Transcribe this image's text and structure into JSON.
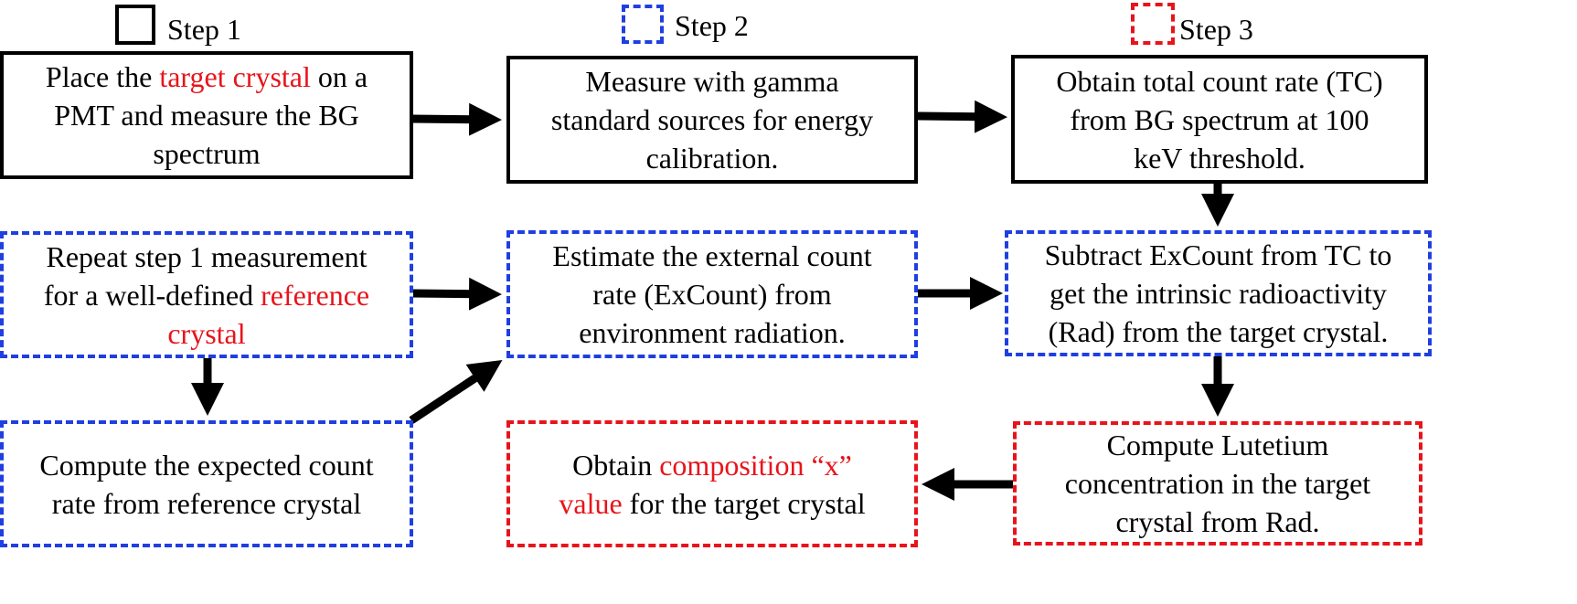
{
  "legend": [
    {
      "label": "Step 1",
      "style": "solid",
      "color": "#000000"
    },
    {
      "label": "Step 2",
      "style": "dashed",
      "color": "#1f3fe0"
    },
    {
      "label": "Step 3",
      "style": "dash-dot",
      "color": "#e8141b"
    }
  ],
  "colors": {
    "step1": "#000000",
    "step2": "#1f3fe0",
    "step3": "#e8141b",
    "highlight": "#e8141b",
    "arrow": "#000000"
  },
  "nodes": {
    "place_target": {
      "lines": [
        [
          {
            "t": "Place the "
          },
          {
            "t": "target crystal",
            "hl": true
          },
          {
            "t": " on a"
          }
        ],
        [
          {
            "t": "PMT and measure the BG"
          }
        ],
        [
          {
            "t": "spectrum"
          }
        ]
      ]
    },
    "measure_gamma": {
      "lines": [
        [
          {
            "t": "Measure with gamma"
          }
        ],
        [
          {
            "t": "standard sources for energy"
          }
        ],
        [
          {
            "t": "calibration."
          }
        ]
      ]
    },
    "obtain_tc": {
      "lines": [
        [
          {
            "t": "Obtain total count rate (TC)"
          }
        ],
        [
          {
            "t": "from BG spectrum at 100"
          }
        ],
        [
          {
            "t": "keV threshold."
          }
        ]
      ]
    },
    "repeat_step1": {
      "lines": [
        [
          {
            "t": "Repeat step 1 measurement"
          }
        ],
        [
          {
            "t": "for a well-defined "
          },
          {
            "t": "reference",
            "hl": true
          }
        ],
        [
          {
            "t": "crystal",
            "hl": true
          }
        ]
      ]
    },
    "estimate_excount": {
      "lines": [
        [
          {
            "t": "Estimate the external count"
          }
        ],
        [
          {
            "t": "rate (ExCount) from"
          }
        ],
        [
          {
            "t": "environment radiation."
          }
        ]
      ]
    },
    "subtract_excount": {
      "lines": [
        [
          {
            "t": "Subtract ExCount from TC to"
          }
        ],
        [
          {
            "t": "get the intrinsic radioactivity"
          }
        ],
        [
          {
            "t": "(Rad) from the target crystal."
          }
        ]
      ]
    },
    "compute_expected": {
      "lines": [
        [
          {
            "t": "Compute the expected count"
          }
        ],
        [
          {
            "t": "rate from reference crystal"
          }
        ]
      ]
    },
    "obtain_x": {
      "lines": [
        [
          {
            "t": "Obtain "
          },
          {
            "t": "composition “x”",
            "hl": true
          }
        ],
        [
          {
            "t": "value",
            "hl": true
          },
          {
            "t": " for the target crystal"
          }
        ]
      ]
    },
    "compute_lutetium": {
      "lines": [
        [
          {
            "t": "Compute Lutetium"
          }
        ],
        [
          {
            "t": "concentration in the target"
          }
        ],
        [
          {
            "t": "crystal from Rad."
          }
        ]
      ]
    }
  },
  "edges": [
    {
      "from": "place_target",
      "to": "measure_gamma"
    },
    {
      "from": "measure_gamma",
      "to": "obtain_tc"
    },
    {
      "from": "obtain_tc",
      "to": "subtract_excount"
    },
    {
      "from": "repeat_step1",
      "to": "estimate_excount"
    },
    {
      "from": "repeat_step1",
      "to": "compute_expected"
    },
    {
      "from": "compute_expected",
      "to": "estimate_excount"
    },
    {
      "from": "estimate_excount",
      "to": "subtract_excount"
    },
    {
      "from": "subtract_excount",
      "to": "compute_lutetium"
    },
    {
      "from": "compute_lutetium",
      "to": "obtain_x"
    }
  ]
}
